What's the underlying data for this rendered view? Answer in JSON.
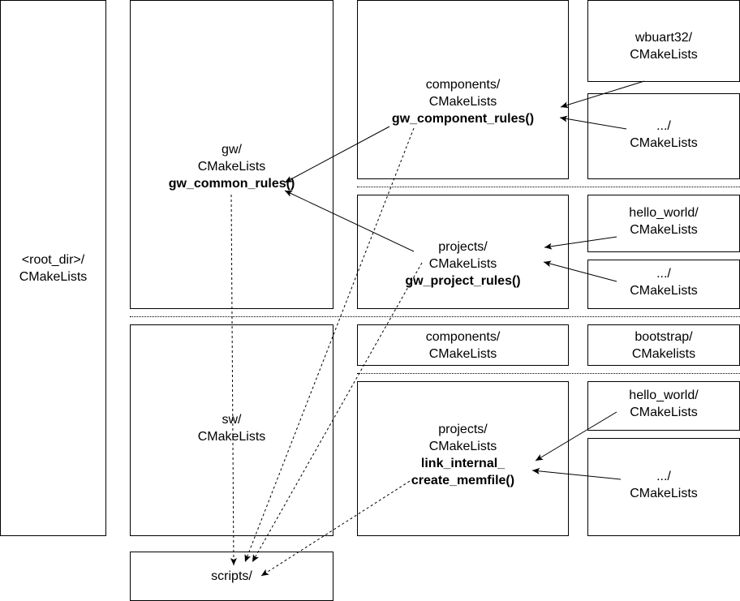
{
  "nodes": {
    "root": {
      "line1": "<root_dir>/",
      "line2": "CMakeLists"
    },
    "gw": {
      "line1": "gw/",
      "line2": "CMakeLists",
      "func": "gw_common_rules()"
    },
    "sw": {
      "line1": "sw/",
      "line2": "CMakeLists"
    },
    "scripts": {
      "line1": "scripts/"
    },
    "gw_components": {
      "line1": "components/",
      "line2": "CMakeLists",
      "func": "gw_component_rules()"
    },
    "gw_projects": {
      "line1": "projects/",
      "line2": "CMakeLists",
      "func": "gw_project_rules()"
    },
    "sw_components": {
      "line1": "components/",
      "line2": "CMakeLists"
    },
    "sw_projects": {
      "line1": "projects/",
      "line2": "CMakeLists",
      "func1": "link_internal_",
      "func2": "create_memfile()"
    },
    "wbuart32": {
      "line1": "wbuart32/",
      "line2": "CMakeLists"
    },
    "gw_comp_other": {
      "line1": ".../",
      "line2": "CMakeLists"
    },
    "gw_hello_world": {
      "line1": "hello_world/",
      "line2": "CMakeLists"
    },
    "gw_proj_other": {
      "line1": ".../",
      "line2": "CMakeLists"
    },
    "bootstrap": {
      "line1": "bootstrap/",
      "line2": "CMakelists"
    },
    "sw_hello_world": {
      "line1": "hello_world/",
      "line2": "CMakeLists"
    },
    "sw_proj_other": {
      "line1": ".../",
      "line2": "CMakeLists"
    }
  },
  "edges": [
    {
      "from": "wbuart32",
      "to": "gw_components",
      "style": "solid"
    },
    {
      "from": "gw_comp_other",
      "to": "gw_components",
      "style": "solid"
    },
    {
      "from": "gw_components",
      "to": "gw",
      "style": "solid"
    },
    {
      "from": "gw_projects",
      "to": "gw",
      "style": "solid"
    },
    {
      "from": "gw_hello_world",
      "to": "gw_projects",
      "style": "solid"
    },
    {
      "from": "gw_proj_other",
      "to": "gw_projects",
      "style": "solid"
    },
    {
      "from": "sw_hello_world",
      "to": "sw_projects",
      "style": "solid"
    },
    {
      "from": "sw_proj_other",
      "to": "sw_projects",
      "style": "solid"
    },
    {
      "from": "gw",
      "to": "scripts",
      "style": "dashed"
    },
    {
      "from": "gw_components",
      "to": "scripts",
      "style": "dashed"
    },
    {
      "from": "gw_projects",
      "to": "scripts",
      "style": "dashed"
    },
    {
      "from": "sw_projects",
      "to": "scripts",
      "style": "dashed"
    }
  ]
}
